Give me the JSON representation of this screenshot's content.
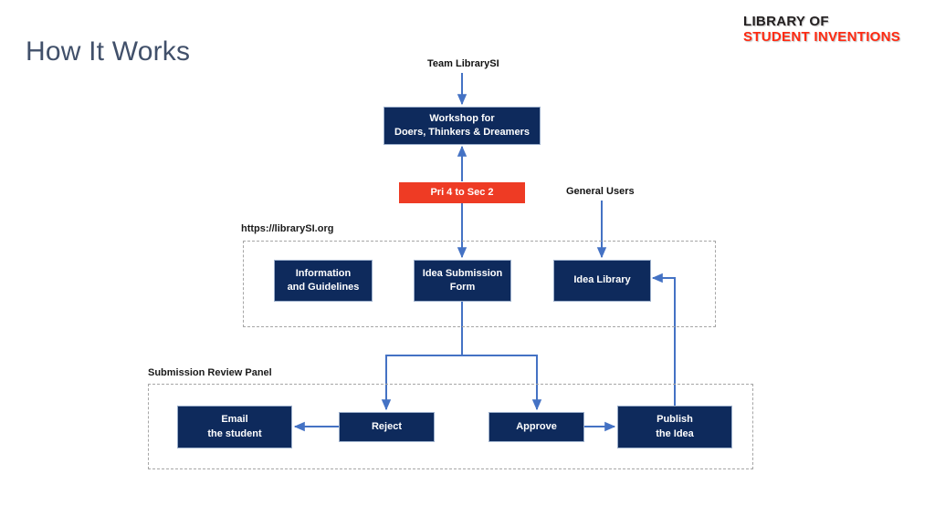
{
  "page": {
    "title": "How It Works",
    "background": "#ffffff"
  },
  "logo": {
    "line1": "LIBRARY OF",
    "line2": "STUDENT INVENTIONS",
    "line1_color": "#231F20",
    "line2_color": "#FF2A12"
  },
  "theme": {
    "node_fill": "#0E2A5C",
    "node_text": "#FFFFFF",
    "accent_fill": "#EE3B24",
    "connector": "#4472C4",
    "dashed_border": "#A6A6A6",
    "title_color": "#41506A"
  },
  "labels": {
    "team": "Team LibrarySI",
    "general_users": "General Users"
  },
  "groups": [
    {
      "id": "website",
      "label": "https://librarySI.org"
    },
    {
      "id": "review",
      "label": "Submission Review Panel"
    }
  ],
  "nodes": [
    {
      "id": "workshop",
      "text": "Workshop for\nDoers, Thinkers & Dreamers",
      "line1": "Workshop for",
      "line2": "Doers, Thinkers & Dreamers",
      "kind": "navy"
    },
    {
      "id": "grades",
      "text": "Pri 4 to Sec 2",
      "line1": "Pri 4 to Sec 2",
      "line2": "",
      "kind": "accent"
    },
    {
      "id": "info",
      "text": "Information and Guidelines",
      "line1": "Information",
      "line2": "and Guidelines",
      "kind": "navy"
    },
    {
      "id": "form",
      "text": "Idea Submission Form",
      "line1": "Idea Submission",
      "line2": "Form",
      "kind": "navy"
    },
    {
      "id": "library",
      "text": "Idea Library",
      "line1": "Idea Library",
      "line2": "",
      "kind": "navy"
    },
    {
      "id": "email",
      "text": "Email the student",
      "line1": "Email",
      "line2": "the student",
      "kind": "navy"
    },
    {
      "id": "reject",
      "text": "Reject",
      "line1": "Reject",
      "line2": "",
      "kind": "navy"
    },
    {
      "id": "approve",
      "text": "Approve",
      "line1": "Approve",
      "line2": "",
      "kind": "navy"
    },
    {
      "id": "publish",
      "text": "Publish the Idea",
      "line1": "Publish",
      "line2": "the Idea",
      "kind": "navy"
    }
  ],
  "flow": {
    "edges": [
      {
        "from": "Team LibrarySI",
        "to": "Workshop for Doers, Thinkers & Dreamers"
      },
      {
        "from": "Pri 4 to Sec 2",
        "to": "Workshop for Doers, Thinkers & Dreamers"
      },
      {
        "from": "Pri 4 to Sec 2",
        "to": "Idea Submission Form"
      },
      {
        "from": "General Users",
        "to": "Idea Library"
      },
      {
        "from": "Idea Submission Form",
        "to": "Reject"
      },
      {
        "from": "Idea Submission Form",
        "to": "Approve"
      },
      {
        "from": "Reject",
        "to": "Email the student"
      },
      {
        "from": "Approve",
        "to": "Publish the Idea"
      },
      {
        "from": "Publish the Idea",
        "to": "Idea Library"
      }
    ]
  }
}
